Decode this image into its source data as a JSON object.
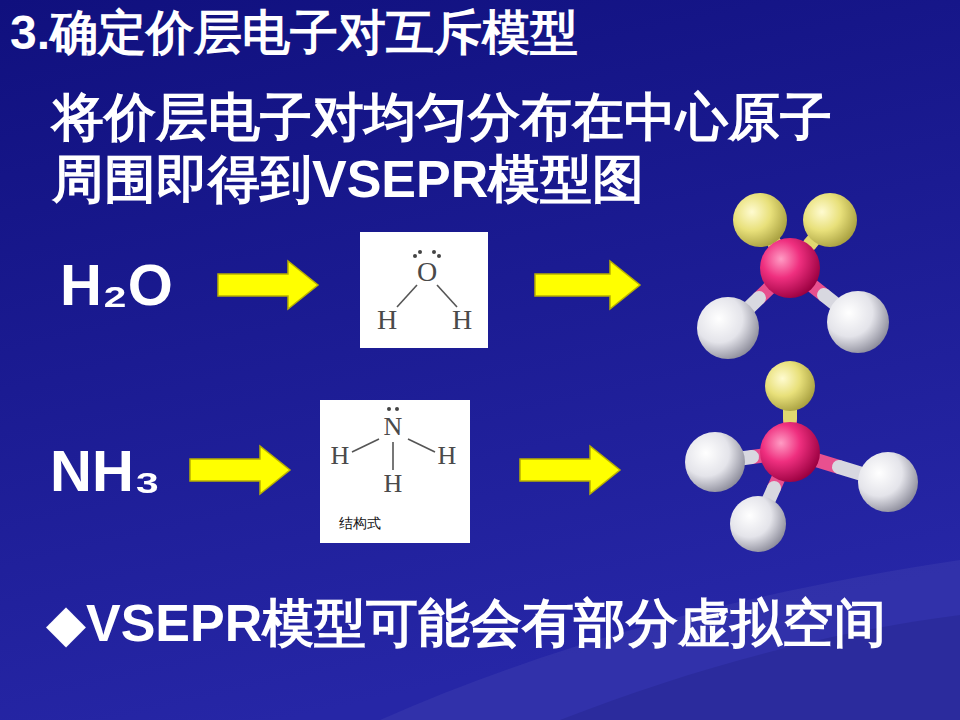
{
  "diagram": {
    "title": "3.确定价层电子对互斥模型",
    "nodes": [
      {
        "text": [
          "O",
          "H",
          "H"
        ]
      },
      {
        "text": [
          "N",
          "H",
          "H",
          "H",
          "结构式"
        ]
      }
    ],
    "labels": [
      "将价层电子对均匀分布在中心原子 周围即得到VSEPR模型图",
      "H₂O",
      "NH₃",
      "◆VSEPR模型可能会有部分虚拟空间"
    ]
  }
}
